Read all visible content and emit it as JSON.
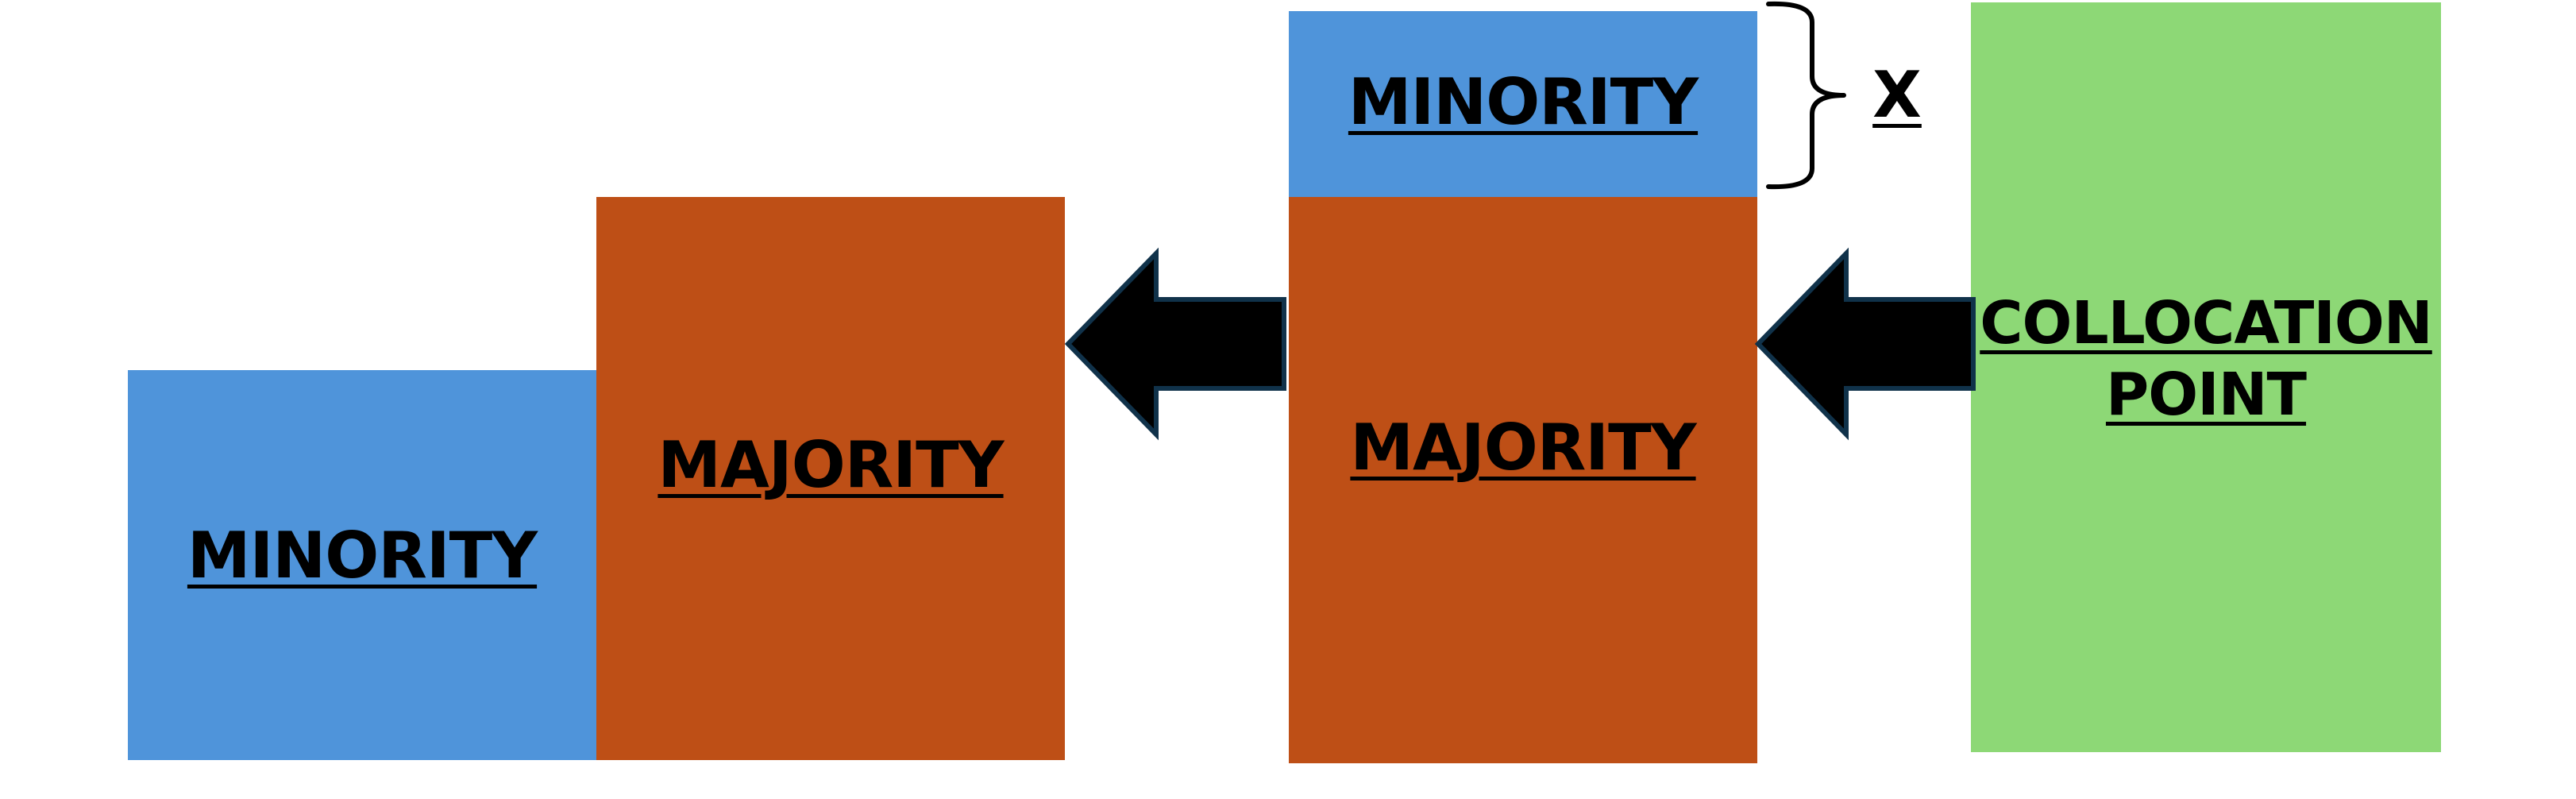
{
  "colors": {
    "minority": "#4f94da",
    "majority": "#be4f16",
    "collocation": "#8dd876",
    "arrow": "#000000",
    "text": "#000000"
  },
  "diagram": {
    "left_minority_label": "MINORITY",
    "left_majority_label": "MAJORITY",
    "top_minority_label": "MINORITY",
    "mid_majority_label": "MAJORITY",
    "collocation_label_line1": "COLLOCATION",
    "collocation_label_line2": "POINT",
    "bracket_label": "X"
  },
  "icons": [
    "left-arrow-icon",
    "left-arrow-icon",
    "right-brace-icon"
  ]
}
